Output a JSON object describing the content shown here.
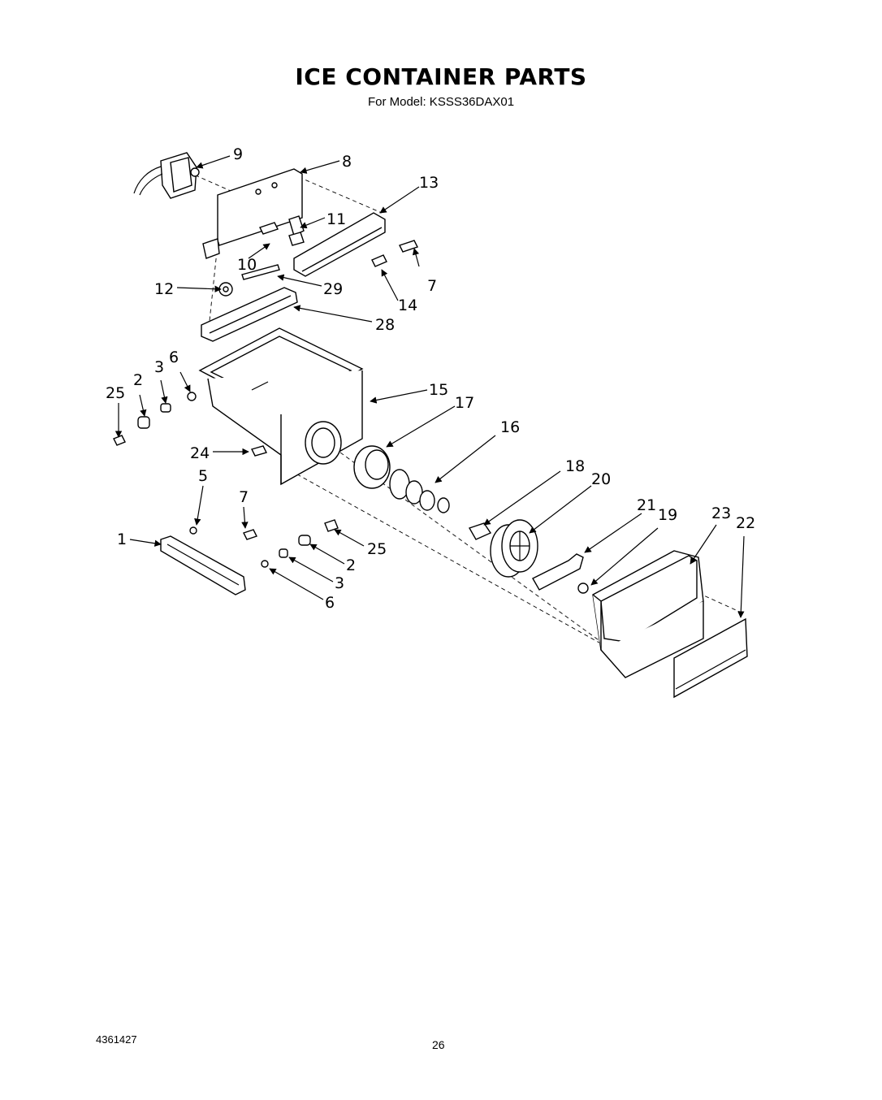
{
  "header": {
    "title": "ICE CONTAINER PARTS",
    "subtitle": "For Model: KSSS36DAX01"
  },
  "footer": {
    "doc_number": "4361427",
    "page_number": "26"
  },
  "callouts": {
    "c1": "1",
    "c2a": "2",
    "c2b": "2",
    "c3a": "3",
    "c3b": "3",
    "c5": "5",
    "c6a": "6",
    "c6b": "6",
    "c7a": "7",
    "c7b": "7",
    "c8": "8",
    "c9": "9",
    "c10": "10",
    "c11": "11",
    "c12": "12",
    "c13": "13",
    "c14": "14",
    "c15": "15",
    "c16": "16",
    "c17": "17",
    "c18": "18",
    "c19": "19",
    "c20": "20",
    "c21": "21",
    "c22": "22",
    "c23": "23",
    "c24": "24",
    "c25a": "25",
    "c25b": "25",
    "c28": "28",
    "c29": "29"
  }
}
